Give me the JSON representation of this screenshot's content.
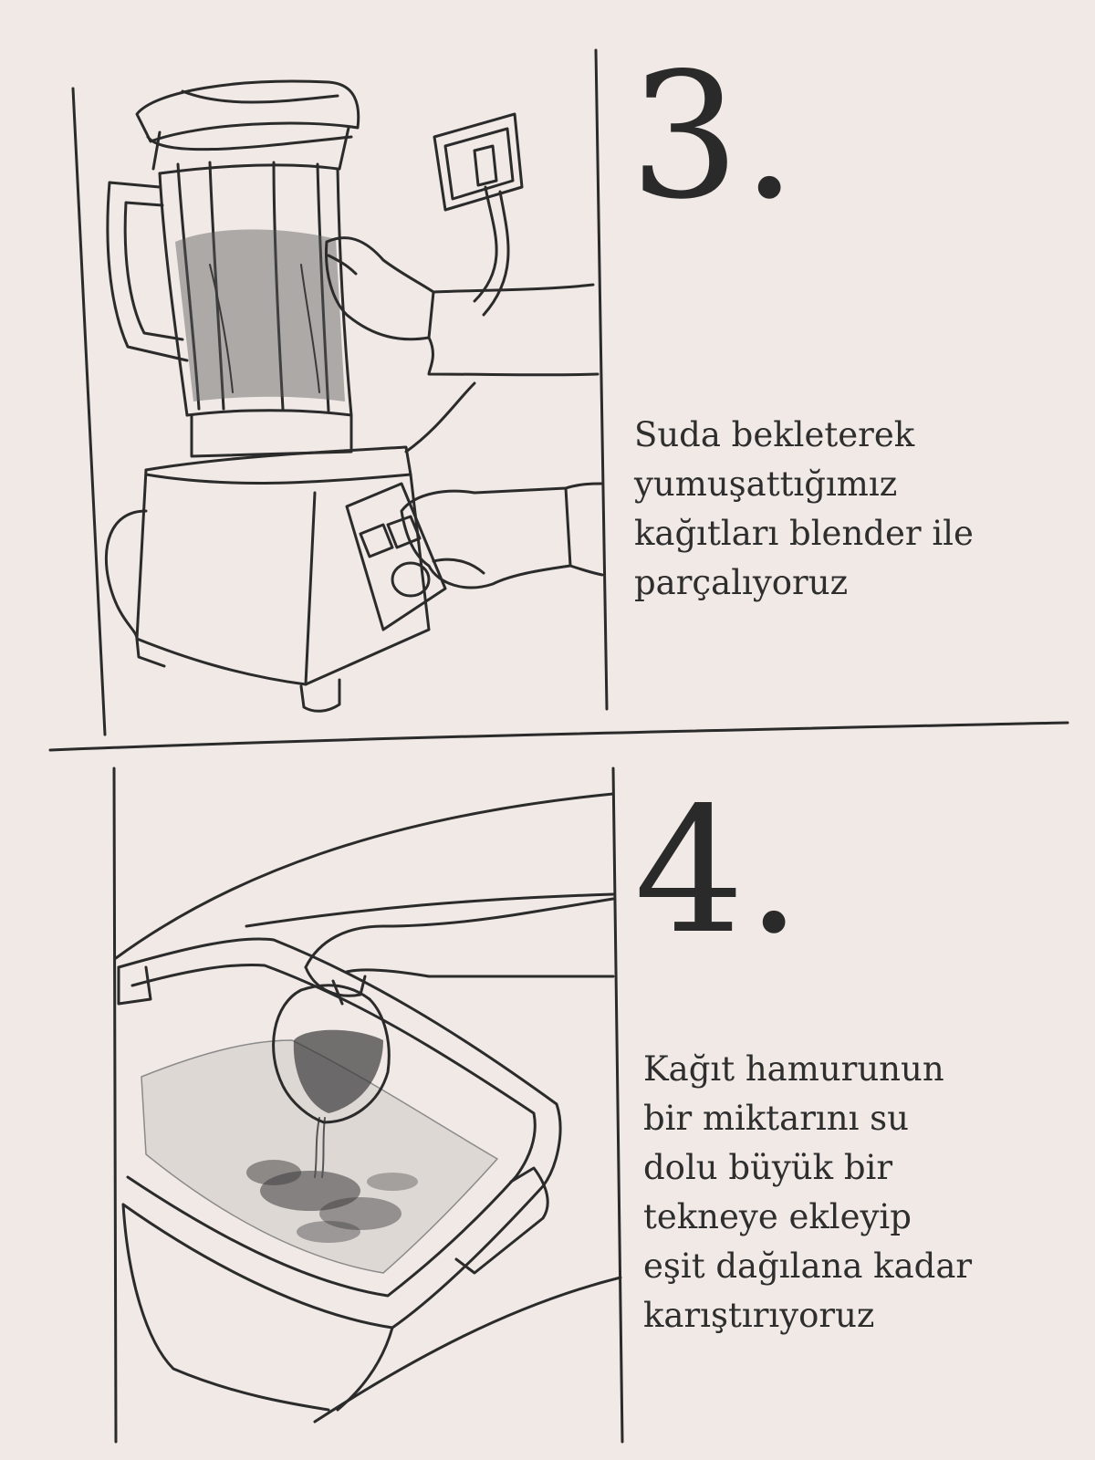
{
  "steps": [
    {
      "number": "3.",
      "illustration": "blender-icon",
      "lines": [
        "Suda bekleterek",
        "yumuşattığımız",
        "kağıtları blender ile",
        "parçalıyoruz"
      ]
    },
    {
      "number": "4.",
      "illustration": "tub-icon",
      "lines": [
        "Kağıt hamurunun",
        "bir miktarını su",
        "dolu büyük bir",
        "tekneye ekleyip",
        "eşit dağılana kadar",
        "karıştırıyoruz"
      ]
    }
  ],
  "colors": {
    "background": "#f0e9e6",
    "ink": "#2b2b2b",
    "pulp": "#3a3a3a"
  }
}
